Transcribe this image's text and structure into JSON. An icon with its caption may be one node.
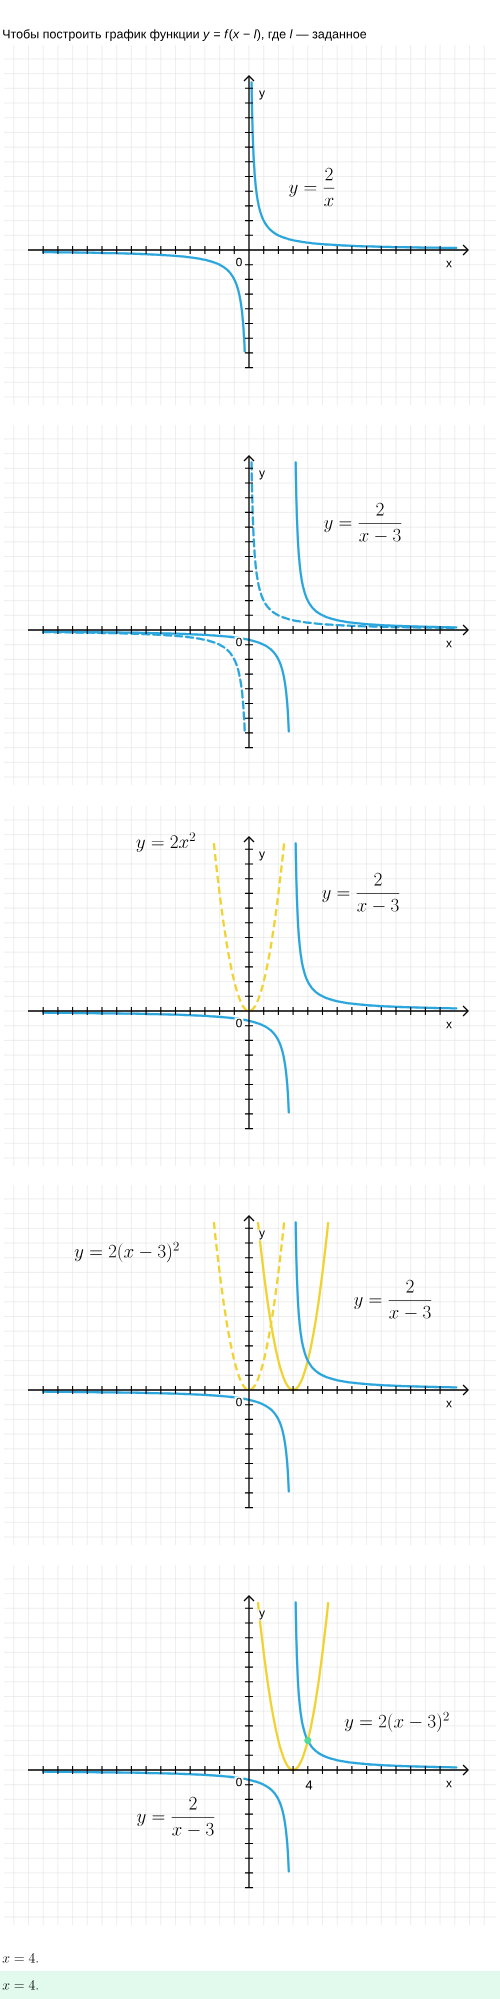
{
  "diagram": {
    "labels": [
      "Чтобы построить график функции *y* = *f*(*x* − *l*), где *l* — заданное",
      "y",
      "y = \\dfrac{2}{x}",
      "0",
      "x",
      "y",
      "y = \\dfrac{2}{x-3}",
      "0",
      "x",
      "y = 2x^2",
      "y",
      "y = \\dfrac{2}{x-3}",
      "0",
      "x",
      "y = 2(x-3)^2",
      "y",
      "y = \\dfrac{2}{x-3}",
      "0",
      "x",
      "y",
      "y = 2(x-3)^2",
      "0",
      "4",
      "x",
      "y = \\dfrac{2}{x-3}",
      "x = 4.",
      "x = 4."
    ]
  }
}
